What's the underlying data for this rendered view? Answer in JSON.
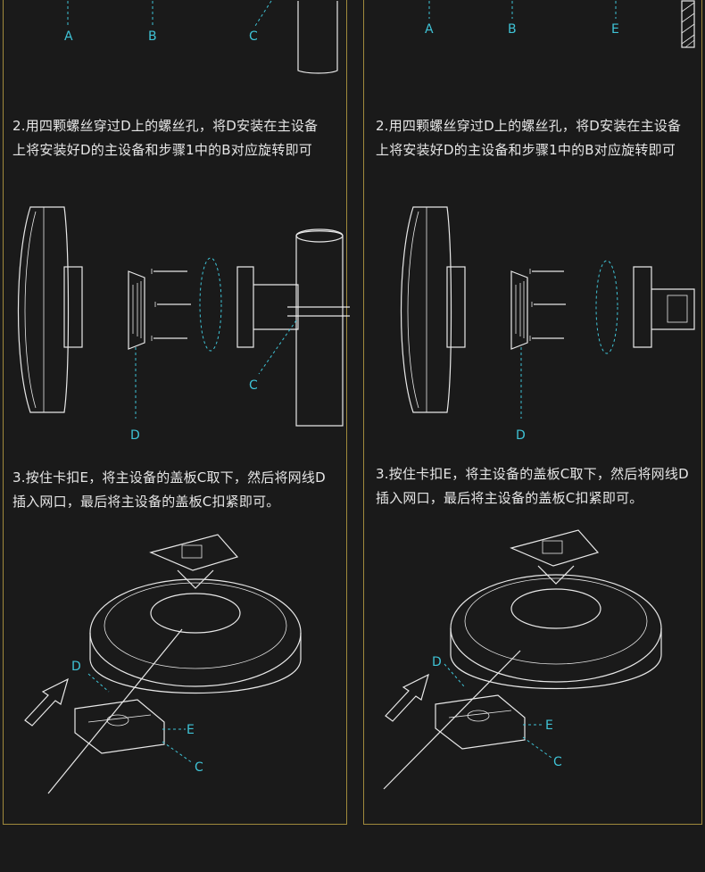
{
  "panels": [
    {
      "top_labels": [
        "A",
        "B",
        "C"
      ],
      "step2": [
        "2.用四颗螺丝穿过D上的螺丝孔，将D安装在主设备",
        "上将安装好D的主设备和步骤1中的B对应旋转即可"
      ],
      "fig2_labels": [
        "C",
        "D"
      ],
      "step3": [
        "3.按住卡扣E，将主设备的盖板C取下，然后将网线D",
        "插入网口，最后将主设备的盖板C扣紧即可。"
      ],
      "fig3_labels": [
        "D",
        "E",
        "C"
      ]
    },
    {
      "top_labels": [
        "A",
        "B",
        "E"
      ],
      "step2": [
        "2.用四颗螺丝穿过D上的螺丝孔，将D安装在主设备",
        "上将安装好D的主设备和步骤1中的B对应旋转即可"
      ],
      "fig2_labels": [
        "D"
      ],
      "step3": [
        "3.按住卡扣E，将主设备的盖板C取下，然后将网线D",
        "插入网口，最后将主设备的盖板C扣紧即可。"
      ],
      "fig3_labels": [
        "D",
        "E",
        "C"
      ]
    }
  ],
  "colors": {
    "background": "#1a1a1a",
    "border": "#a08a3c",
    "label": "#3fc3d6",
    "line": "#e8e8e8",
    "text": "#e6e6e6"
  }
}
